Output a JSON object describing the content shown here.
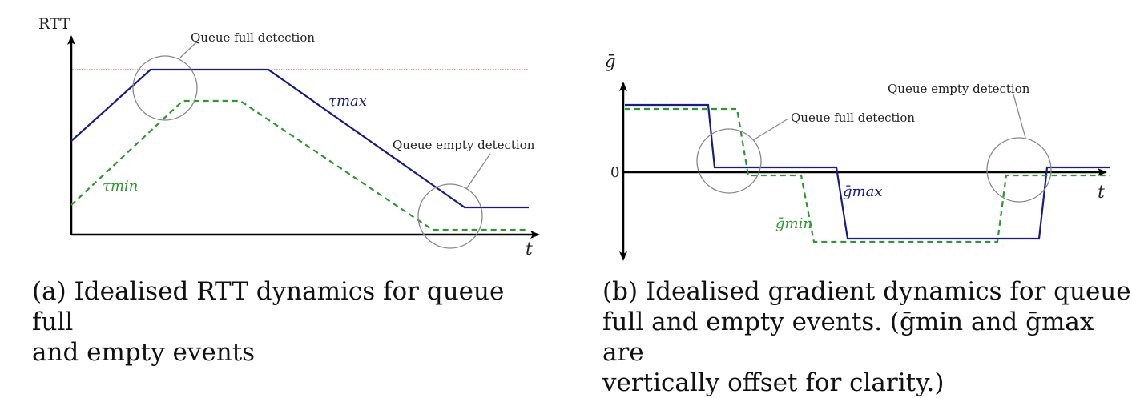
{
  "panel_a": {
    "y_axis_label": "RTT",
    "x_axis_label": "t",
    "annotation_full": "Queue full detection",
    "annotation_empty": "Queue empty detection",
    "series_max_label": "τmax",
    "series_min_label": "τmin",
    "caption_line1": "(a) Idealised RTT dynamics for queue full",
    "caption_line2": "and empty events",
    "colors": {
      "max": "#1a1a8c",
      "min": "#2a9a2a",
      "threshold": "#c0392b",
      "circle": "#888888"
    }
  },
  "panel_b": {
    "y_axis_label": "ḡ",
    "zero_label": "0",
    "x_axis_label": "t",
    "annotation_full": "Queue full detection",
    "annotation_empty": "Queue empty detection",
    "series_max_label": "ḡmax",
    "series_min_label": "ḡmin",
    "caption_line1": "(b) Idealised gradient dynamics for queue",
    "caption_line2": "full and empty events. (ḡmin and ḡmax are",
    "caption_line3": "vertically offset for clarity.)",
    "colors": {
      "max": "#1a1a8c",
      "min": "#2a9a2a",
      "circle": "#888888"
    }
  }
}
